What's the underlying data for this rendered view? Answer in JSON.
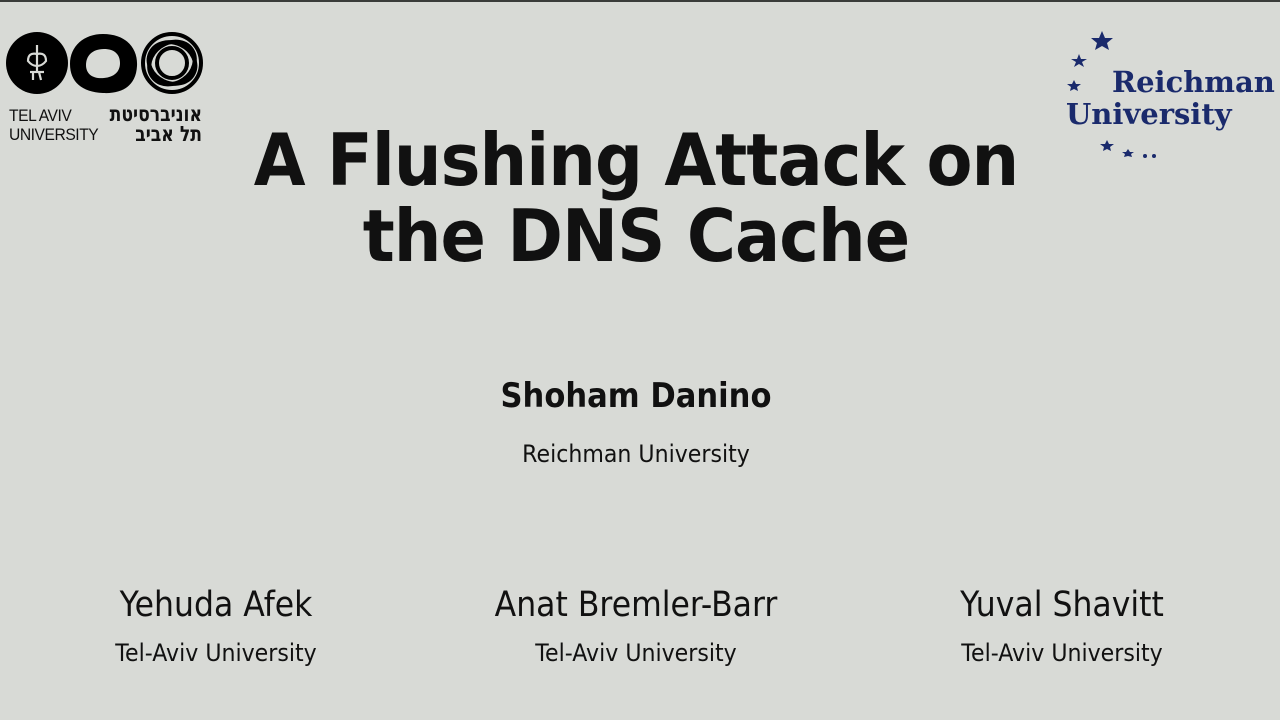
{
  "slide": {
    "background_color": "#d8dad6",
    "title_line1": "A Flushing Attack on",
    "title_line2": "the DNS Cache",
    "presenter": {
      "name": "Shoham Danino",
      "affiliation": "Reichman University"
    },
    "authors": [
      {
        "name": "Yehuda Afek",
        "affiliation": "Tel-Aviv University"
      },
      {
        "name": "Anat Bremler-Barr",
        "affiliation": "Tel-Aviv University"
      },
      {
        "name": "Yuval Shavitt",
        "affiliation": "Tel-Aviv University"
      }
    ]
  },
  "logos": {
    "tau": {
      "en_line1": "TEL AVIV",
      "en_line2": "UNIVERSITY",
      "he_line1": "אוניברסיטת",
      "he_line2": "תל אביב"
    },
    "reichman": {
      "line1": "Reichman",
      "line2": "University",
      "color": "#1a2a6c"
    }
  }
}
